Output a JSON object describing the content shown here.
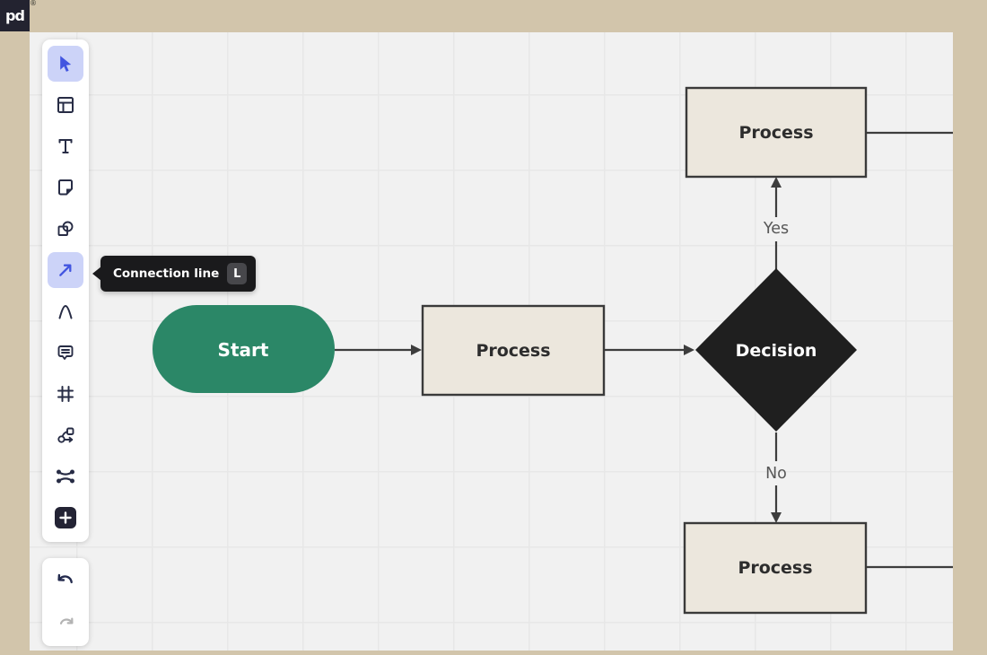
{
  "app": {
    "logo_text": "pd",
    "registered_mark": "®"
  },
  "toolbar": {
    "tools": [
      {
        "name": "select",
        "icon": "cursor-icon",
        "selected": true
      },
      {
        "name": "layout",
        "icon": "layout-icon",
        "selected": false
      },
      {
        "name": "text",
        "icon": "text-icon",
        "selected": false
      },
      {
        "name": "sticky-note",
        "icon": "sticky-note-icon",
        "selected": false
      },
      {
        "name": "shapes",
        "icon": "shapes-icon",
        "selected": false
      },
      {
        "name": "connection-line",
        "icon": "connection-arrow-icon",
        "selected": true
      },
      {
        "name": "draw",
        "icon": "pen-curve-icon",
        "selected": false
      },
      {
        "name": "comment",
        "icon": "comment-icon",
        "selected": false
      },
      {
        "name": "frame",
        "icon": "frame-icon",
        "selected": false
      },
      {
        "name": "flowchart",
        "icon": "node-connector-icon",
        "selected": false
      },
      {
        "name": "smart-connect",
        "icon": "crossing-lines-icon",
        "selected": false
      },
      {
        "name": "add-more",
        "icon": "plus-icon",
        "selected": false
      }
    ],
    "history": [
      {
        "name": "undo",
        "icon": "undo-arrow-icon",
        "enabled": true
      },
      {
        "name": "redo",
        "icon": "redo-arrow-icon",
        "enabled": false
      }
    ]
  },
  "tooltip": {
    "label": "Connection line",
    "shortcut": "L"
  },
  "diagram": {
    "nodes": [
      {
        "id": "start",
        "type": "terminator",
        "label": "Start",
        "fill": "#2b8767",
        "text_color": "#ffffff"
      },
      {
        "id": "process-1",
        "type": "process",
        "label": "Process",
        "fill": "#ece7dd",
        "text_color": "#2d2d2d"
      },
      {
        "id": "decision",
        "type": "decision",
        "label": "Decision",
        "fill": "#1f1f1f",
        "text_color": "#ffffff"
      },
      {
        "id": "process-top",
        "type": "process",
        "label": "Process",
        "fill": "#ece7dd",
        "text_color": "#2d2d2d"
      },
      {
        "id": "process-bottom",
        "type": "process",
        "label": "Process",
        "fill": "#ece7dd",
        "text_color": "#2d2d2d"
      }
    ],
    "edges": [
      {
        "from": "start",
        "to": "process-1",
        "label": ""
      },
      {
        "from": "process-1",
        "to": "decision",
        "label": ""
      },
      {
        "from": "decision",
        "to": "process-top",
        "label": "Yes"
      },
      {
        "from": "decision",
        "to": "process-bottom",
        "label": "No"
      },
      {
        "from": "process-top",
        "to": "offscreen-right",
        "label": ""
      },
      {
        "from": "process-bottom",
        "to": "offscreen-right",
        "label": ""
      }
    ]
  },
  "colors": {
    "frame": "#d2c5ab",
    "canvas": "#f1f1f1",
    "grid_line": "#e7e7e7",
    "panel": "#ffffff",
    "icon_ink": "#272c45",
    "accent_blue": "#4255e0",
    "selected_tool_bg": "#ccd3f8",
    "tooltip_bg": "#1a1a1c",
    "connector": "#3d3d3d",
    "edge_label": "#575757",
    "start_green": "#2b8767",
    "process_beige": "#ece7dd",
    "decision_black": "#1f1f1f",
    "shape_border": "#3a3a3a"
  }
}
